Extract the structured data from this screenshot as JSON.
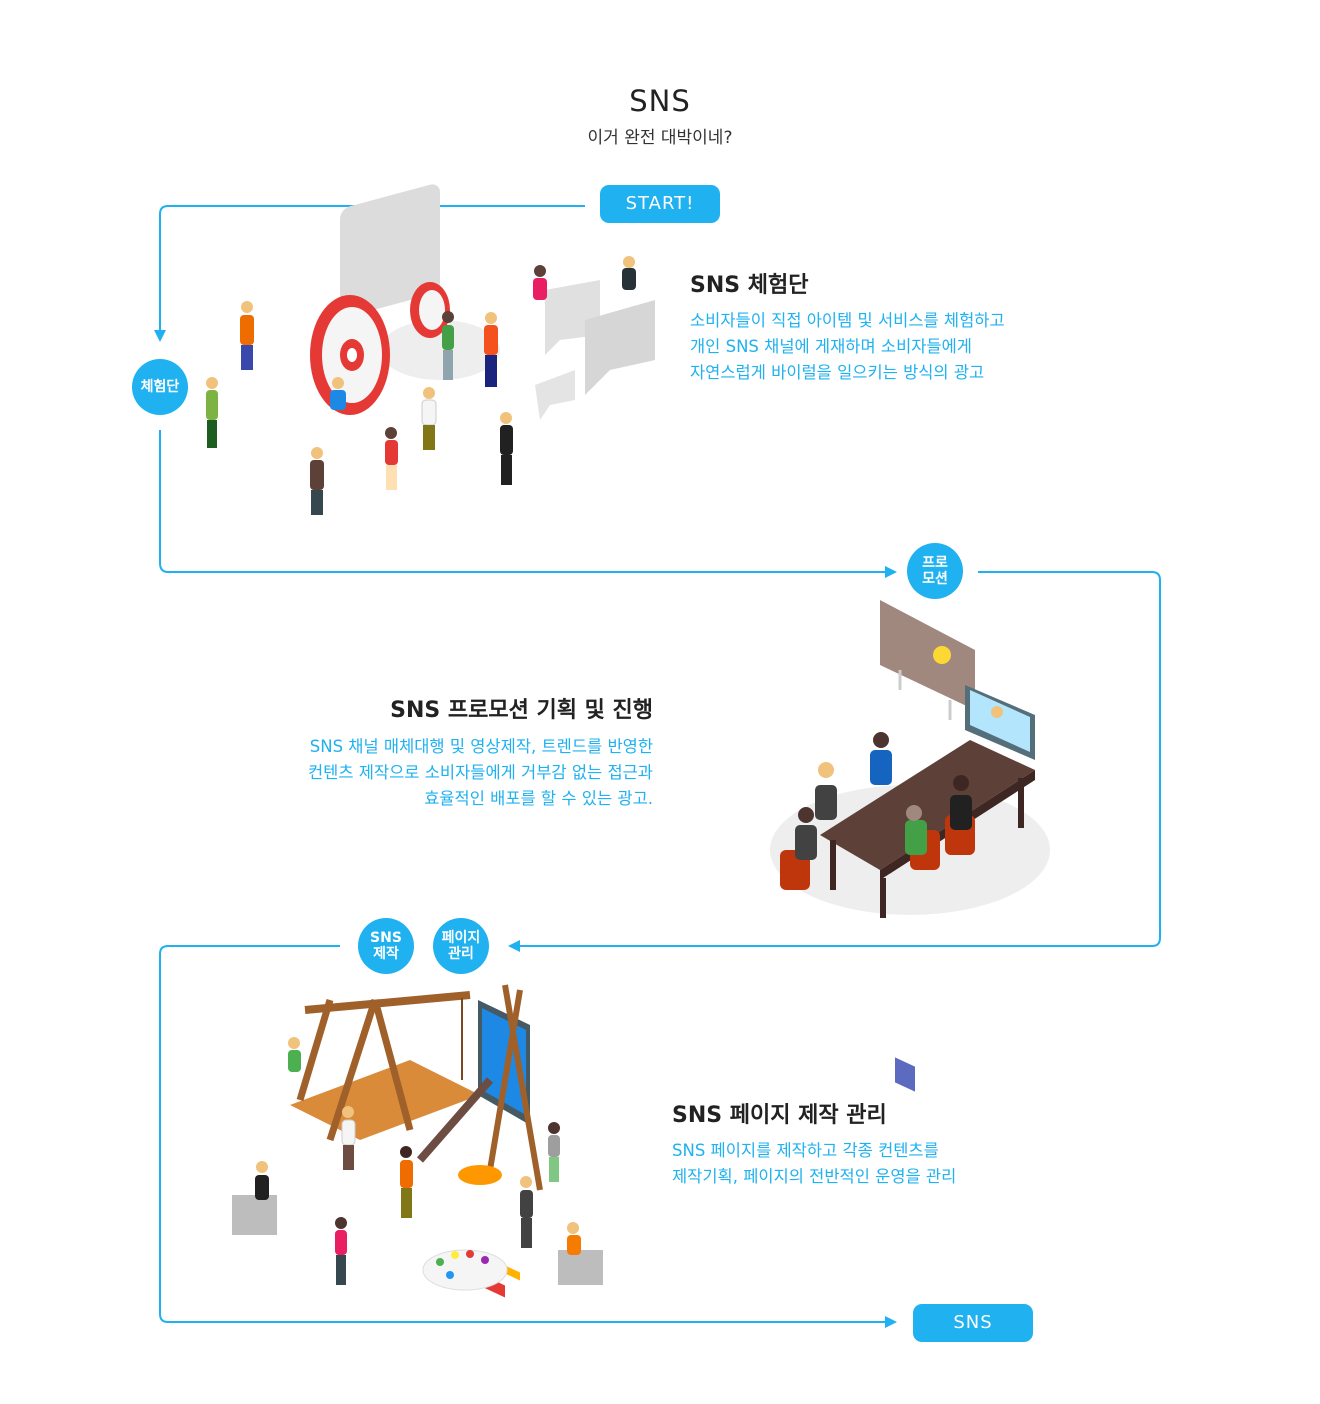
{
  "header": {
    "title": "SNS",
    "subtitle": "이거 완전 대박이네?"
  },
  "flow": {
    "start_label": "START!",
    "end_label": "SNS",
    "steps": [
      {
        "badge": "체험단",
        "title": "SNS 체험단",
        "description": "소비자들이 직접 아이템 및 서비스를 체험하고\n개인 SNS 채널에 게재하며 소비자들에게\n자연스럽게 바이럴을 일으키는 방식의 광고"
      },
      {
        "badge": "프로\n모션",
        "title": "SNS 프로모션 기획 및 진행",
        "description": "SNS 채널 매체대행 및 영상제작, 트렌드를 반영한\n컨텐츠 제작으로 소비자들에게 거부감 없는 접근과\n효율적인 배포를 할 수 있는 광고."
      },
      {
        "badges": [
          "SNS\n제작",
          "페이지\n관리"
        ],
        "title": "SNS 페이지 제작 관리",
        "description": "SNS 페이지를 제작하고 각종 컨텐츠를\n제작기획, 페이지의 전반적인 운영을 관리"
      }
    ]
  },
  "colors": {
    "accent": "#1fb1f0",
    "text": "#222222"
  }
}
